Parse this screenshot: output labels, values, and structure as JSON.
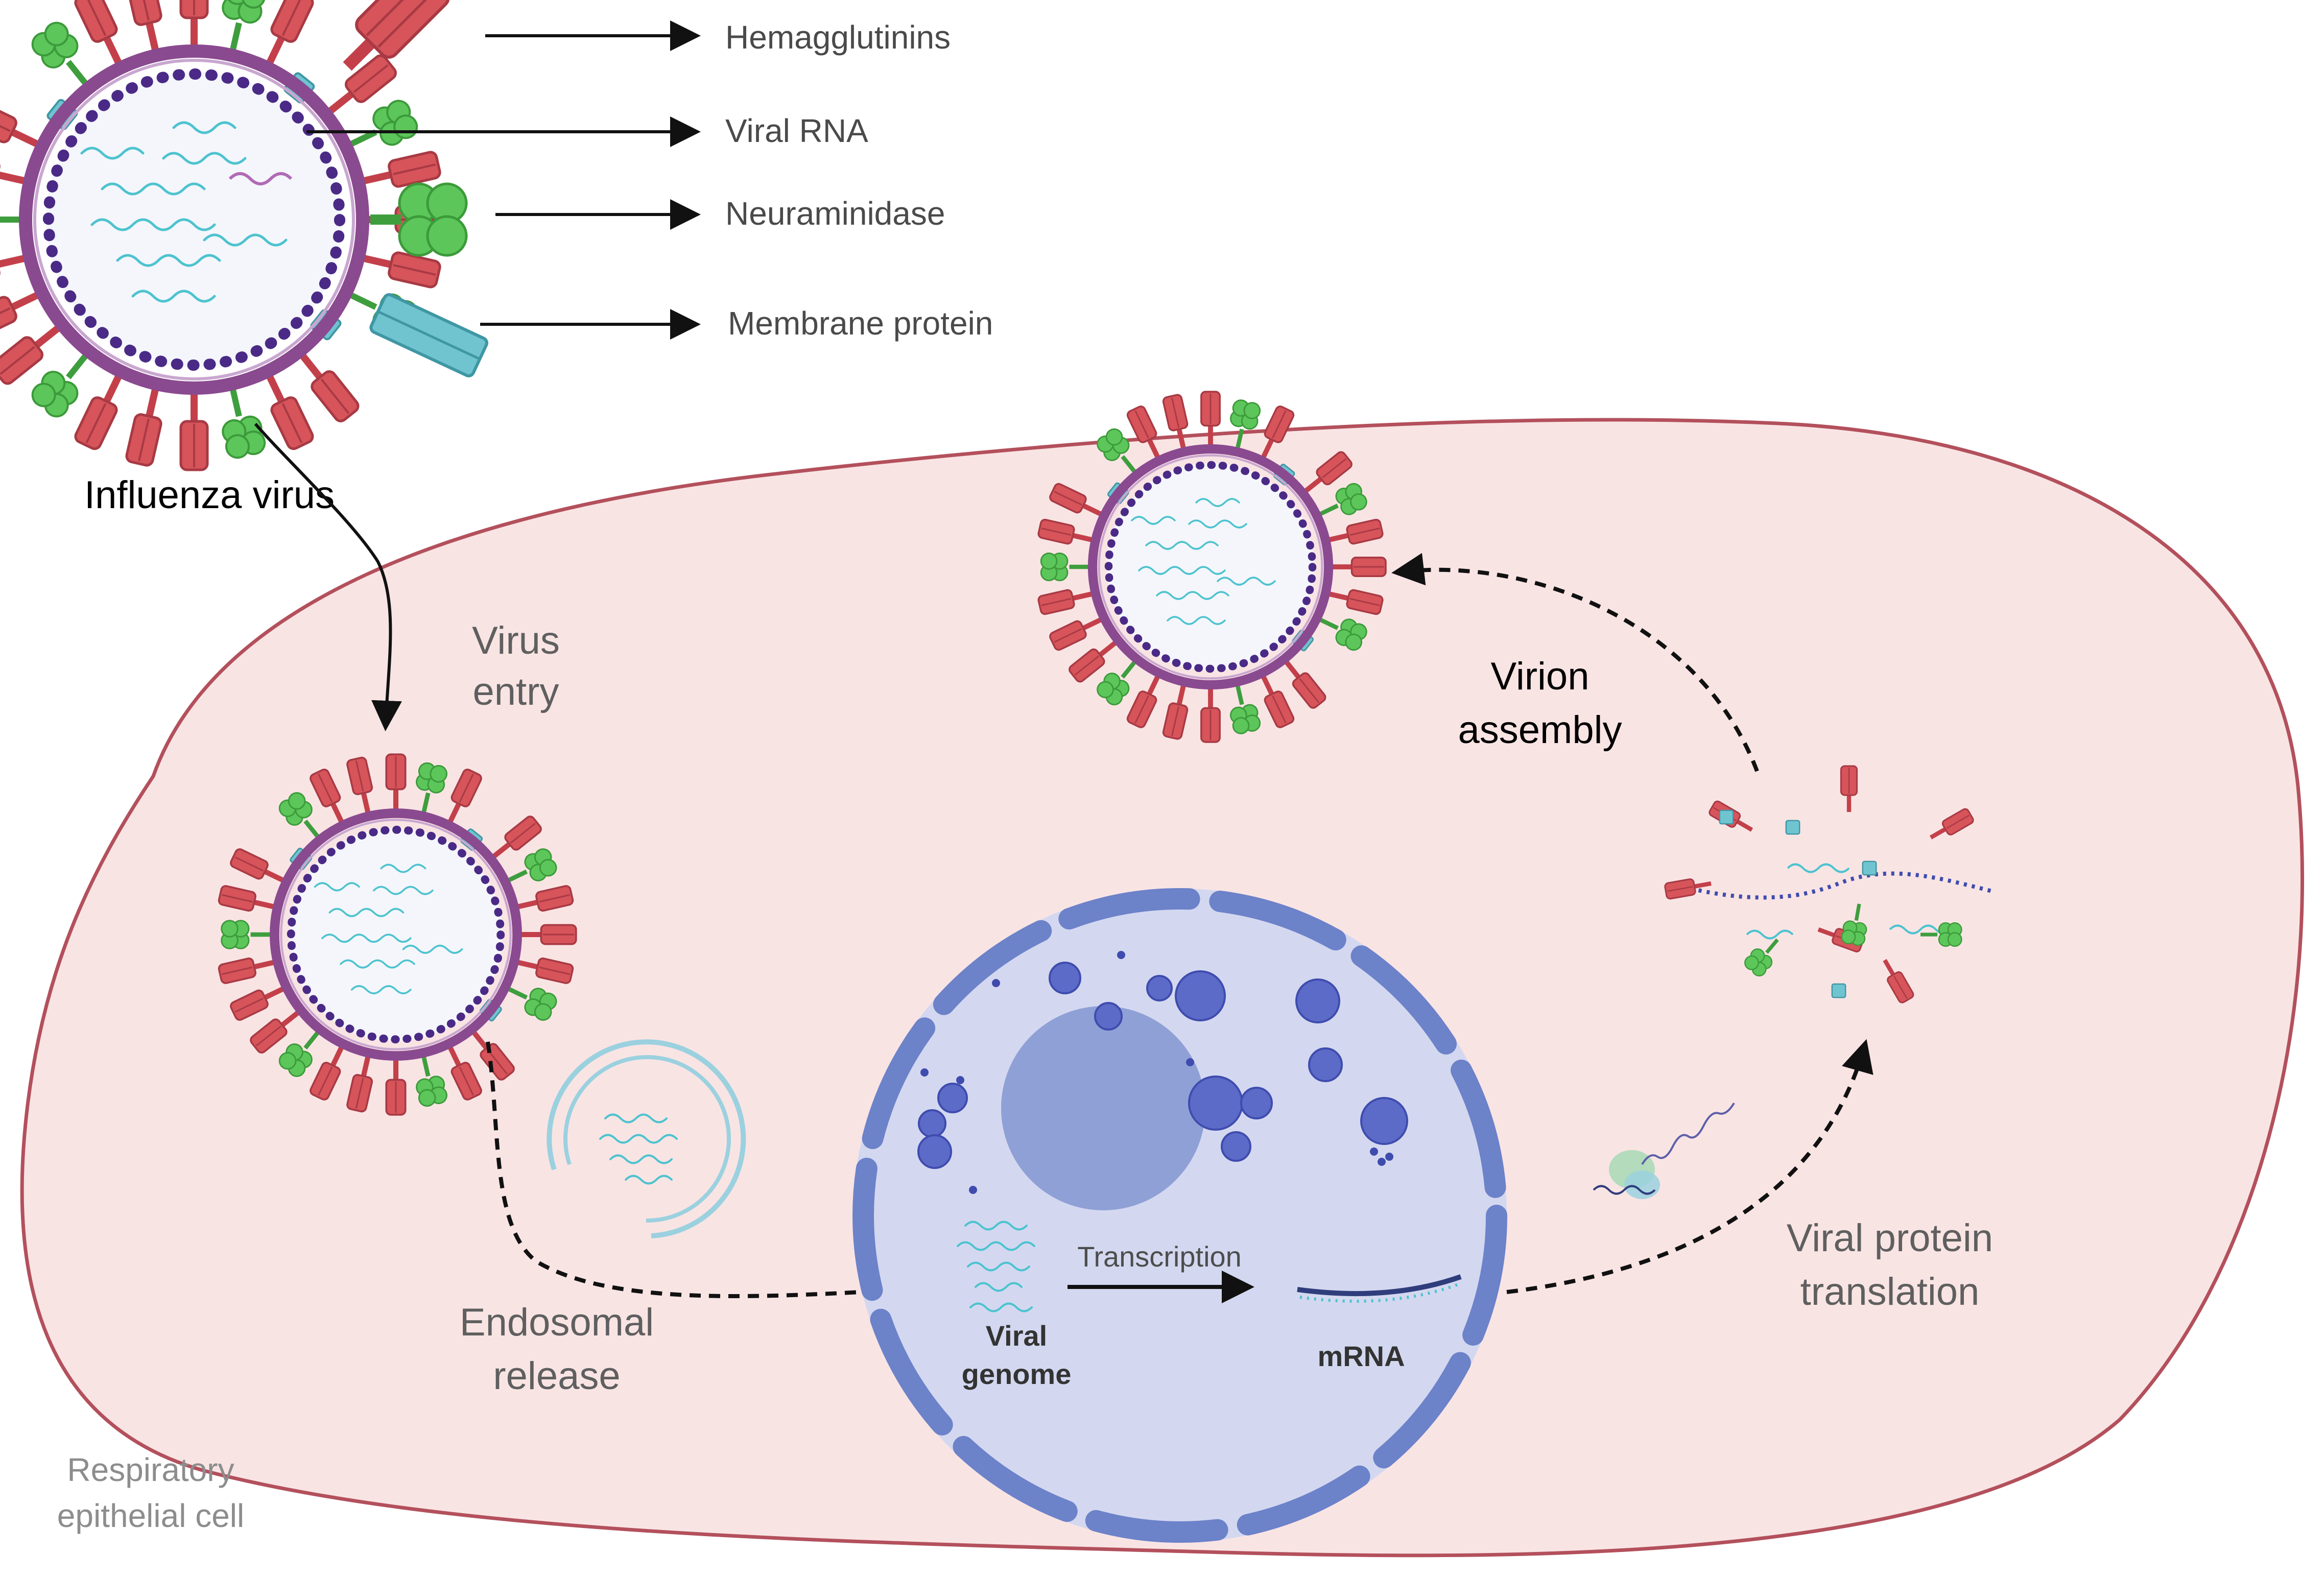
{
  "colors": {
    "cell_fill": "#f9e4e4",
    "cell_stroke": "#b3505c",
    "hemagglutinin": "#d6545a",
    "neuraminidase": "#5cc65a",
    "membrane_protein": "#6fc4d0",
    "envelope": "#8a4a8f",
    "matrix_beads": "#4a2a86",
    "rna": "#4dc3cf",
    "nucleus_fill": "#d3d8f0",
    "nucleus_stroke": "#6c82c9",
    "nucleolus": "#8fa0d6",
    "nuclear_body": "#5d6bc8",
    "arrow": "#111111"
  },
  "virus_legend": {
    "hemagglutinins": "Hemagglutinins",
    "viral_rna": "Viral RNA",
    "neuraminidase": "Neuraminidase",
    "membrane_protein": "Membrane protein"
  },
  "labels": {
    "influenza_virus": "Influenza virus",
    "virus_entry_line1": "Virus",
    "virus_entry_line2": "entry",
    "virion_assembly_line1": "Virion",
    "virion_assembly_line2": "assembly",
    "endosomal_line1": "Endosomal",
    "endosomal_line2": "release",
    "transcription": "Transcription",
    "viral_genome_line1": "Viral",
    "viral_genome_line2": "genome",
    "mrna": "mRNA",
    "translation_line1": "Viral protein",
    "translation_line2": "translation",
    "cell_line1": "Respiratory",
    "cell_line2": "epithelial cell"
  }
}
